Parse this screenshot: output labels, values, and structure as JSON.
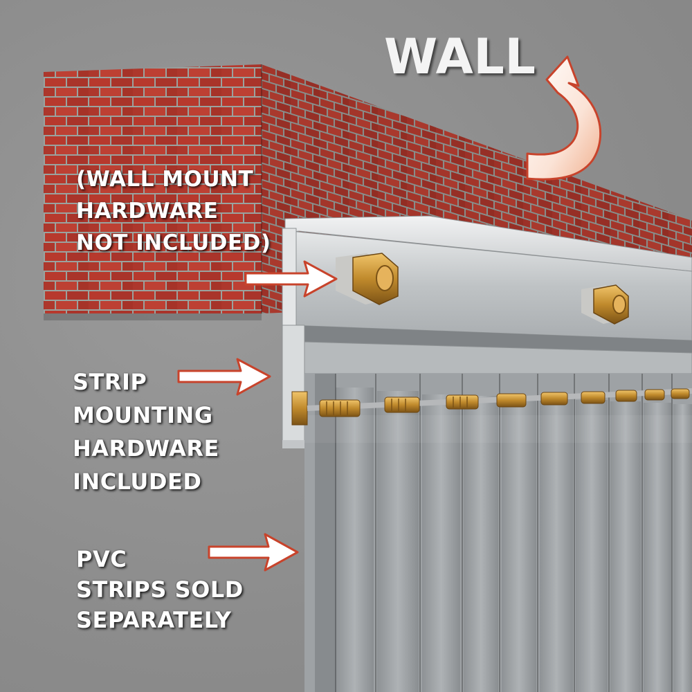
{
  "labels": {
    "wall": "WALL",
    "wall_mount": [
      "(WALL MOUNT",
      "HARDWARE",
      "NOT INCLUDED)"
    ],
    "strip_mounting": [
      "STRIP",
      "MOUNTING",
      "HARDWARE",
      "INCLUDED"
    ],
    "pvc": [
      "PVC",
      "STRIPS SOLD",
      "SEPARATELY"
    ]
  },
  "colors": {
    "background": "#8f8f8f",
    "brick": "#b23a2e",
    "mortar": "#9aa3a0",
    "aluminum": "#c9cccd",
    "hardware_brass": "#c8902f",
    "arrow_fill": "#ffffff",
    "arrow_outline": "#c8432b",
    "pvc_strip": "#9fa3a6"
  },
  "icons": [
    "curved-arrow-icon",
    "pointer-arrow-icon"
  ]
}
